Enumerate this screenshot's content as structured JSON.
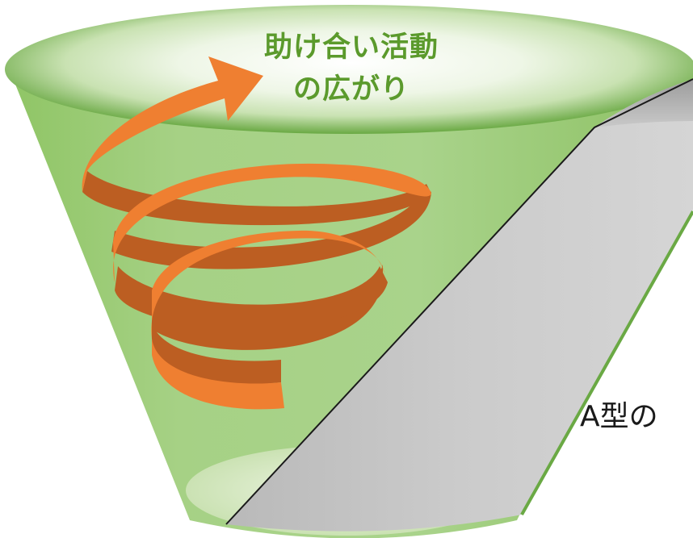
{
  "diagram": {
    "title_line_1": "助け合い活動",
    "title_line_2": "の広がり",
    "side_label": "A型の"
  },
  "colors": {
    "cone_green": "#a4cf80",
    "cone_rim_dark": "#6aa944",
    "title_green": "#5b9a2c",
    "spiral_front": "#ef7f31",
    "spiral_back": "#bc5e22",
    "gray_panel": "#c6c6c6"
  },
  "icons": [
    "upward-spiral-arrow-icon"
  ]
}
